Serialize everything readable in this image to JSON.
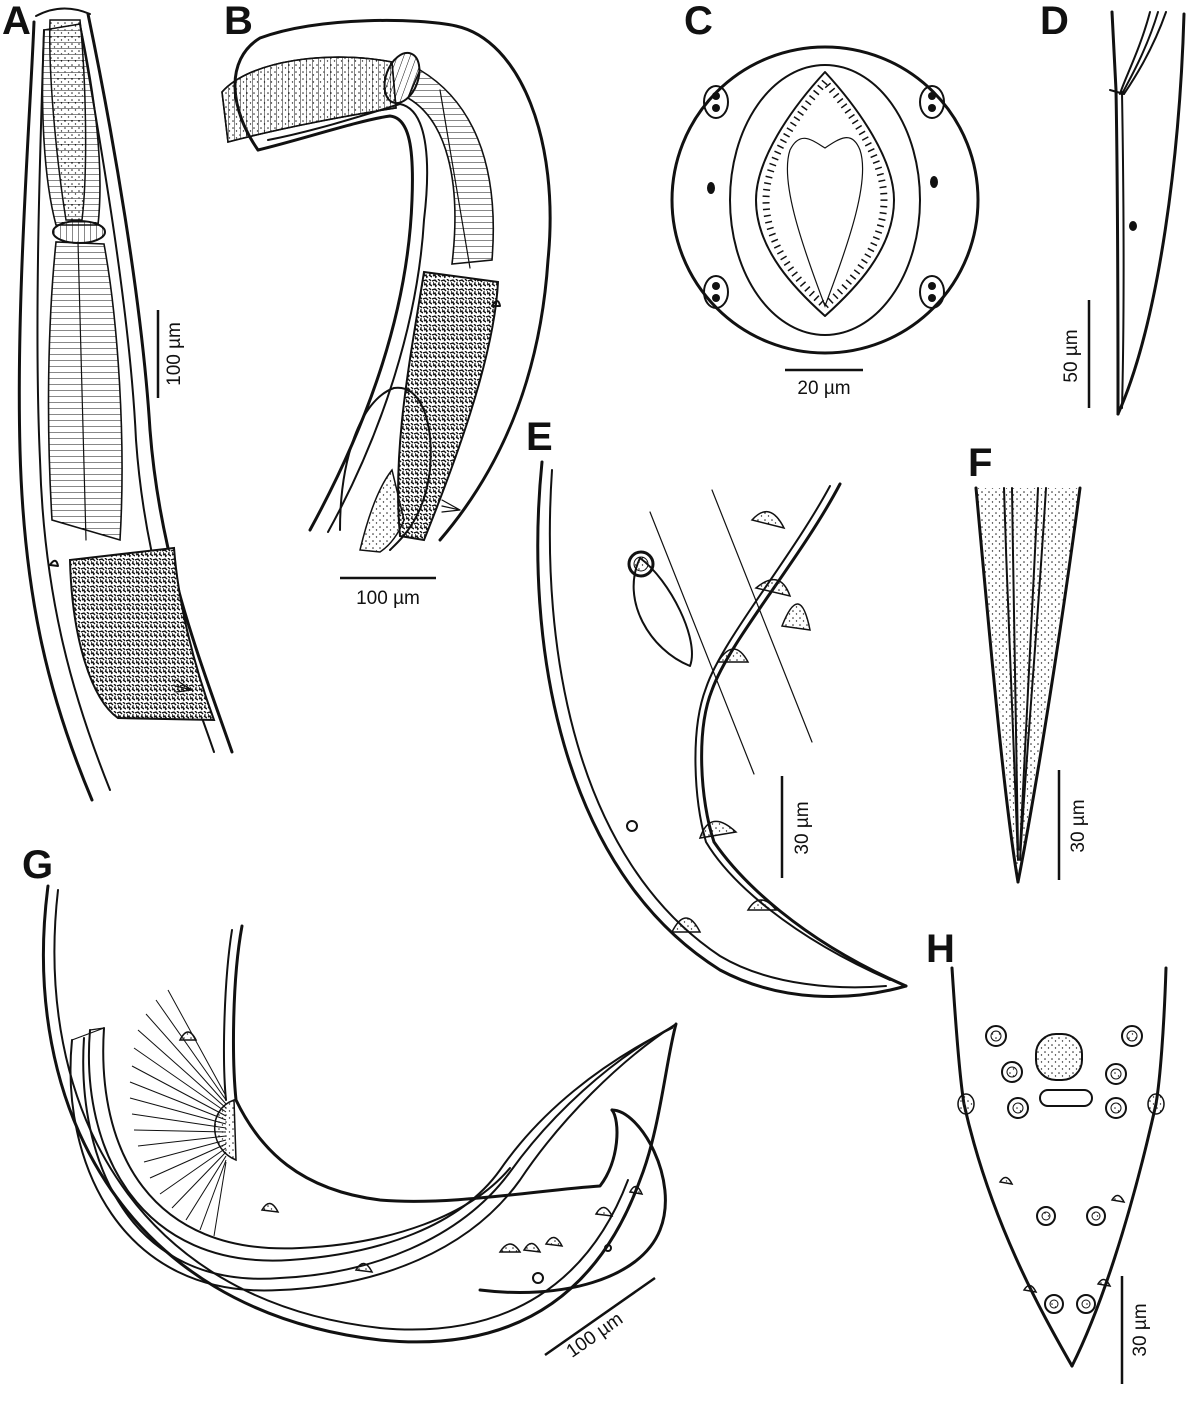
{
  "figure": {
    "panels": [
      {
        "letter": "A",
        "scale_label": "100 µm"
      },
      {
        "letter": "B",
        "scale_label": "100 µm"
      },
      {
        "letter": "C",
        "scale_label": "20 µm"
      },
      {
        "letter": "D",
        "scale_label": "50 µm"
      },
      {
        "letter": "E",
        "scale_label": "30 µm"
      },
      {
        "letter": "F",
        "scale_label": "30 µm"
      },
      {
        "letter": "G",
        "scale_label": "100 µm"
      },
      {
        "letter": "H",
        "scale_label": "30 µm"
      }
    ]
  }
}
